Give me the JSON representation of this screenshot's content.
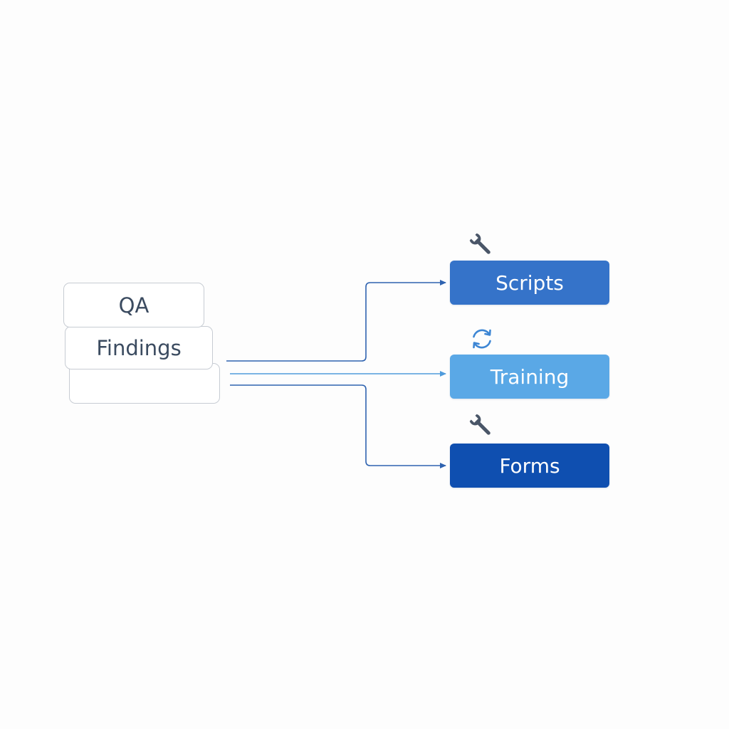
{
  "source_stack": {
    "front_label": "QA",
    "middle_label": "Findings",
    "back_label": ""
  },
  "targets": [
    {
      "label": "Scripts",
      "icon": "wrench-icon",
      "color": "#3573c9"
    },
    {
      "label": "Training",
      "icon": "refresh-icon",
      "color": "#5aa8e6"
    },
    {
      "label": "Forms",
      "icon": "wrench-icon",
      "color": "#0f4fb0"
    }
  ],
  "colors": {
    "connector_dark": "#2f63b0",
    "connector_light": "#4f9bdc",
    "card_border": "#c7ccd3",
    "card_text": "#3b4b60",
    "wrench": "#4a5668",
    "refresh": "#3d86d4"
  }
}
